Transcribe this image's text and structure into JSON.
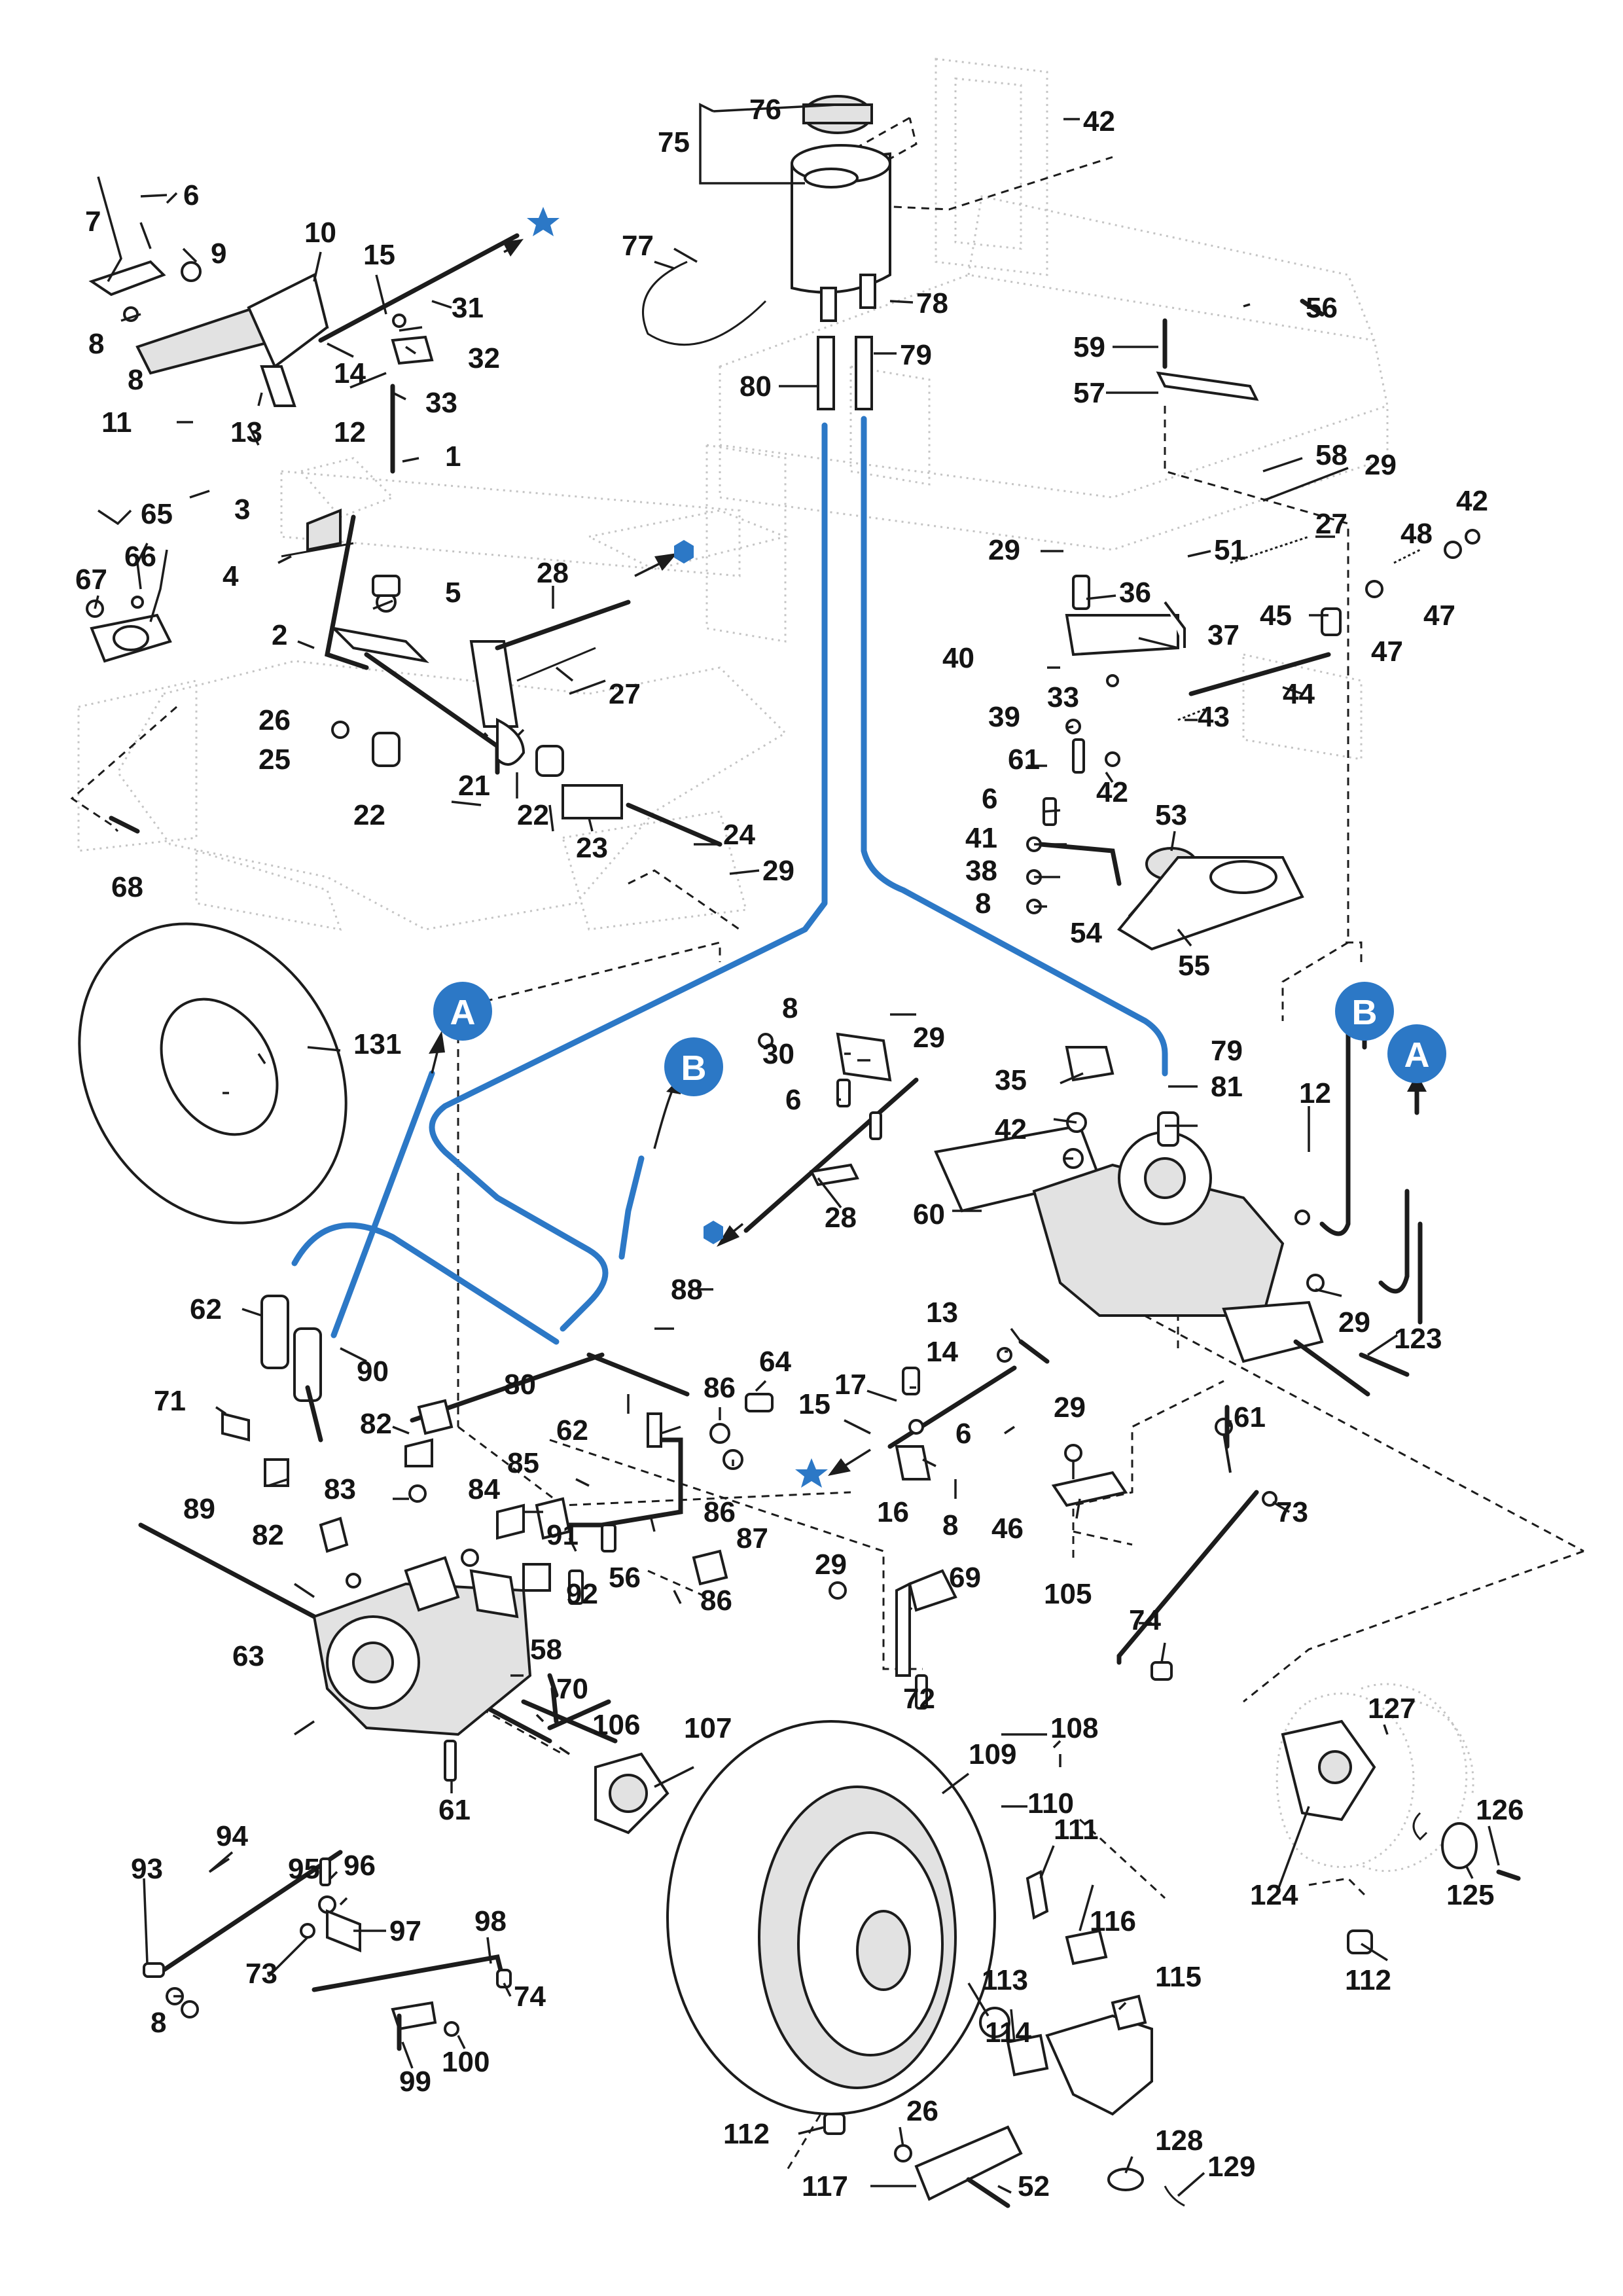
{
  "diagram": {
    "markers": {
      "ref_a": "A",
      "ref_b": "B",
      "accent_color": "#2c78c6",
      "star_icon": "star-icon",
      "hexagon_icon": "hexagon-icon"
    },
    "callouts": {
      "c1": "1",
      "c2": "2",
      "c3": "3",
      "c4": "4",
      "c5": "5",
      "c6": "6",
      "c7": "7",
      "c8": "8",
      "c9": "9",
      "c10": "10",
      "c11": "11",
      "c12": "12",
      "c13": "13",
      "c14": "14",
      "c15": "15",
      "c16": "16",
      "c17": "17",
      "c21": "21",
      "c22": "22",
      "c23": "23",
      "c24": "24",
      "c25": "25",
      "c26": "26",
      "c27": "27",
      "c28": "28",
      "c29": "29",
      "c30": "30",
      "c31": "31",
      "c32": "32",
      "c33": "33",
      "c35": "35",
      "c36": "36",
      "c37": "37",
      "c38": "38",
      "c39": "39",
      "c40": "40",
      "c41": "41",
      "c42": "42",
      "c43": "43",
      "c44": "44",
      "c45": "45",
      "c46": "46",
      "c47": "47",
      "c48": "48",
      "c51": "51",
      "c52": "52",
      "c53": "53",
      "c54": "54",
      "c55": "55",
      "c56": "56",
      "c57": "57",
      "c58": "58",
      "c59": "59",
      "c60": "60",
      "c61": "61",
      "c62": "62",
      "c63": "63",
      "c64": "64",
      "c65": "65",
      "c66": "66",
      "c67": "67",
      "c68": "68",
      "c69": "69",
      "c70": "70",
      "c71": "71",
      "c72": "72",
      "c73": "73",
      "c74": "74",
      "c75": "75",
      "c76": "76",
      "c77": "77",
      "c78": "78",
      "c79": "79",
      "c80": "80",
      "c81": "81",
      "c82": "82",
      "c83": "83",
      "c84": "84",
      "c85": "85",
      "c86": "86",
      "c87": "87",
      "c88": "88",
      "c89": "89",
      "c90": "90",
      "c91": "91",
      "c92": "92",
      "c93": "93",
      "c94": "94",
      "c95": "95",
      "c96": "96",
      "c97": "97",
      "c98": "98",
      "c99": "99",
      "c100": "100",
      "c105": "105",
      "c106": "106",
      "c107": "107",
      "c108": "108",
      "c109": "109",
      "c110": "110",
      "c111": "111",
      "c112": "112",
      "c113": "113",
      "c114": "114",
      "c115": "115",
      "c116": "116",
      "c117": "117",
      "c123": "123",
      "c124": "124",
      "c125": "125",
      "c126": "126",
      "c127": "127",
      "c128": "128",
      "c129": "129",
      "c131": "131"
    }
  }
}
